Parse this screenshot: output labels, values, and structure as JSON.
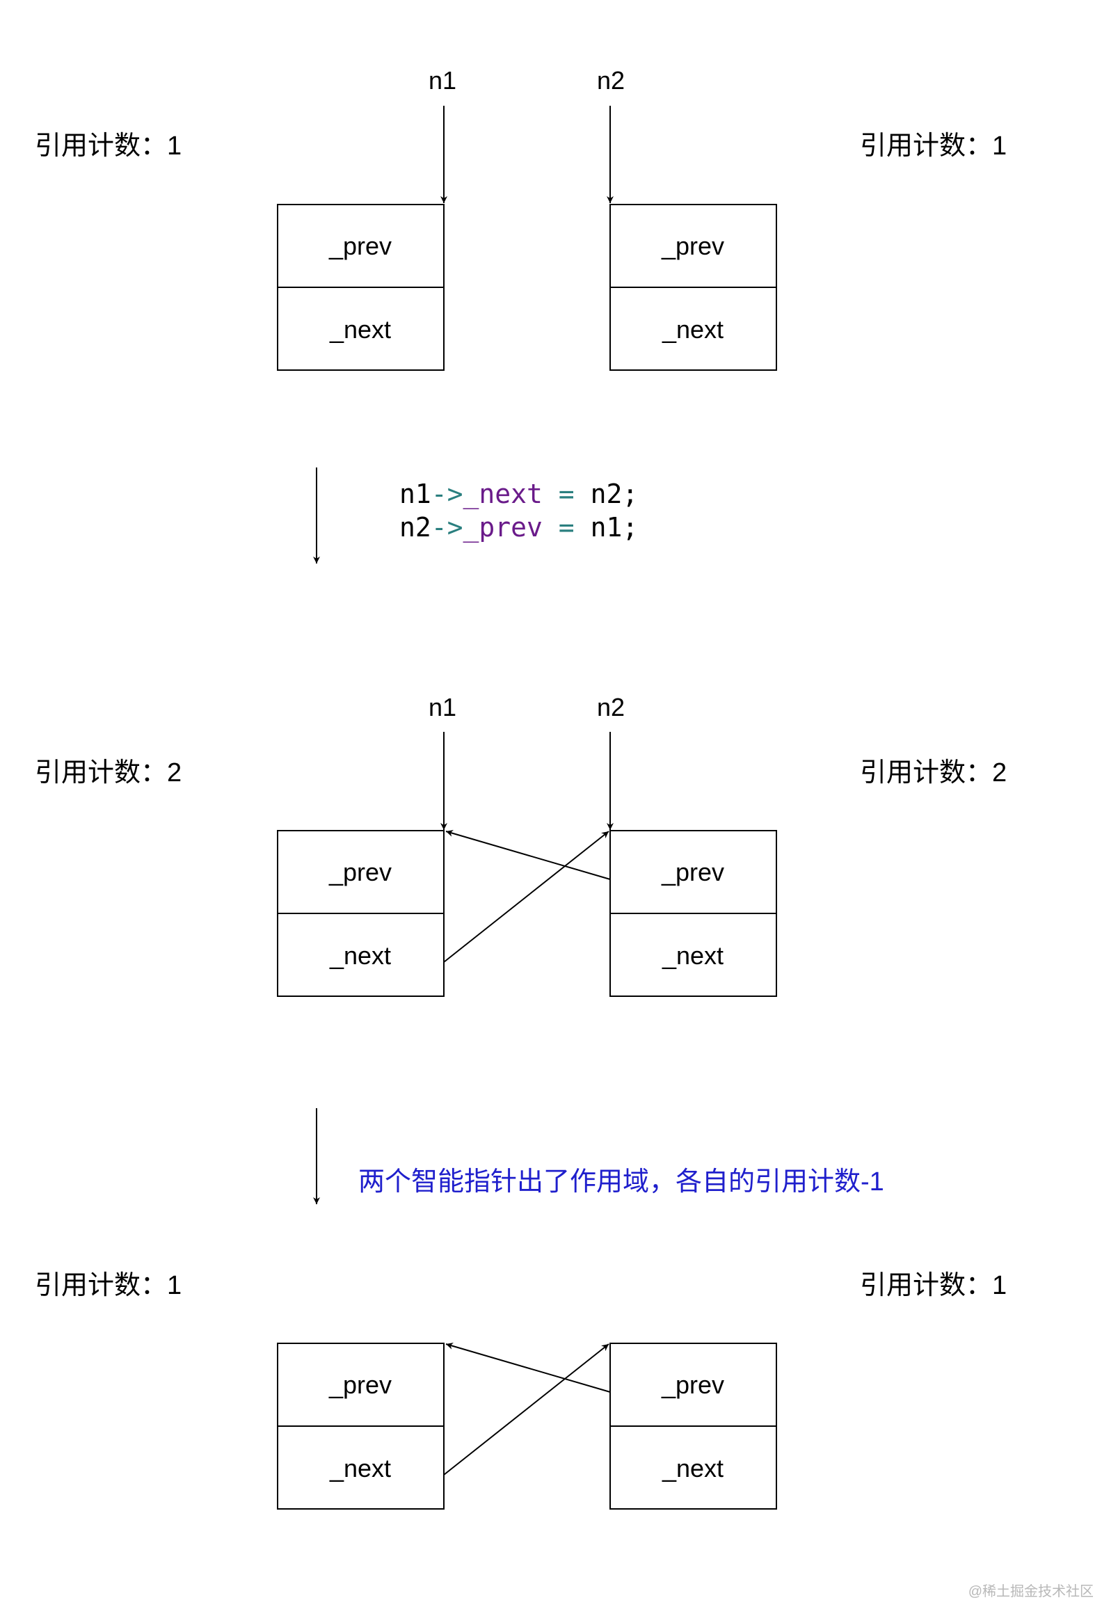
{
  "colors": {
    "ink": "#000000",
    "code_default": "#000000",
    "code_operator": "#2a7f7f",
    "code_member": "#6a1b8a",
    "note": "#1f1fcc",
    "watermark": "#b8b8b8"
  },
  "stages": [
    {
      "pointers": [
        "n1",
        "n2"
      ],
      "refcount_left": "引用计数：1",
      "refcount_right": "引用计数：1",
      "left_node": {
        "prev": "_prev",
        "next": "_next"
      },
      "right_node": {
        "prev": "_prev",
        "next": "_next"
      }
    },
    {
      "pointers": [
        "n1",
        "n2"
      ],
      "refcount_left": "引用计数：2",
      "refcount_right": "引用计数：2",
      "left_node": {
        "prev": "_prev",
        "next": "_next"
      },
      "right_node": {
        "prev": "_prev",
        "next": "_next"
      }
    },
    {
      "refcount_left": "引用计数：1",
      "refcount_right": "引用计数：1",
      "left_node": {
        "prev": "_prev",
        "next": "_next"
      },
      "right_node": {
        "prev": "_prev",
        "next": "_next"
      }
    }
  ],
  "code": {
    "line1": [
      {
        "text": "n1",
        "role": "default"
      },
      {
        "text": "->",
        "role": "operator"
      },
      {
        "text": "_next",
        "role": "member"
      },
      {
        "text": " = ",
        "role": "operator"
      },
      {
        "text": "n2;",
        "role": "default"
      }
    ],
    "line2": [
      {
        "text": "n2",
        "role": "default"
      },
      {
        "text": "->",
        "role": "operator"
      },
      {
        "text": "_prev",
        "role": "member"
      },
      {
        "text": " = ",
        "role": "operator"
      },
      {
        "text": "n1;",
        "role": "default"
      }
    ]
  },
  "transition_note": "两个智能指针出了作用域，各自的引用计数-1",
  "watermark": "@稀土掘金技术社区"
}
